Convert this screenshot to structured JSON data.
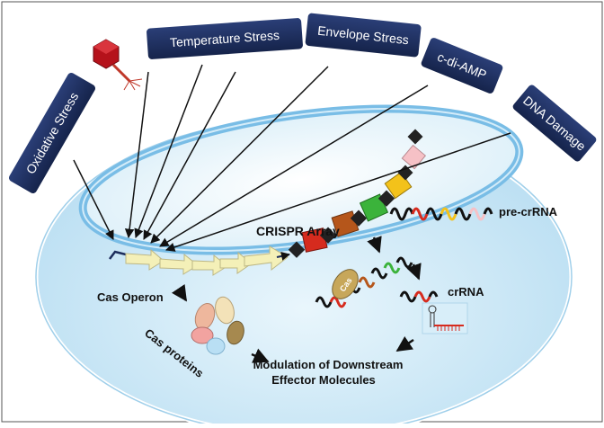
{
  "stress_labels": {
    "oxidative": "Oxidative Stress",
    "temperature": "Temperature Stress",
    "envelope": "Envelope Stress",
    "cdiamp": "c-di-AMP",
    "dna": "DNA Damage"
  },
  "labels": {
    "crispr_array": "CRISPR Array",
    "pre_crrna": "pre-crRNA",
    "crrna": "crRNA",
    "cas_operon": "Cas Operon",
    "cas_proteins": "Cas proteins",
    "modulation_line1": "Modulation of Downstream",
    "modulation_line2": "Effector Molecules",
    "cas_protein_tag": "Cas"
  },
  "colors": {
    "label_box": "#1c2d5c",
    "cell_fill": "#cfe9f7",
    "membrane": "#8fc9ea",
    "operon_arrow": "#f4f0b8",
    "spacers": [
      "#d62b1e",
      "#b5561b",
      "#3bb33b",
      "#f3c21a",
      "#f6c1c6"
    ],
    "repeat": "#222222",
    "phage": "#b5121b"
  }
}
